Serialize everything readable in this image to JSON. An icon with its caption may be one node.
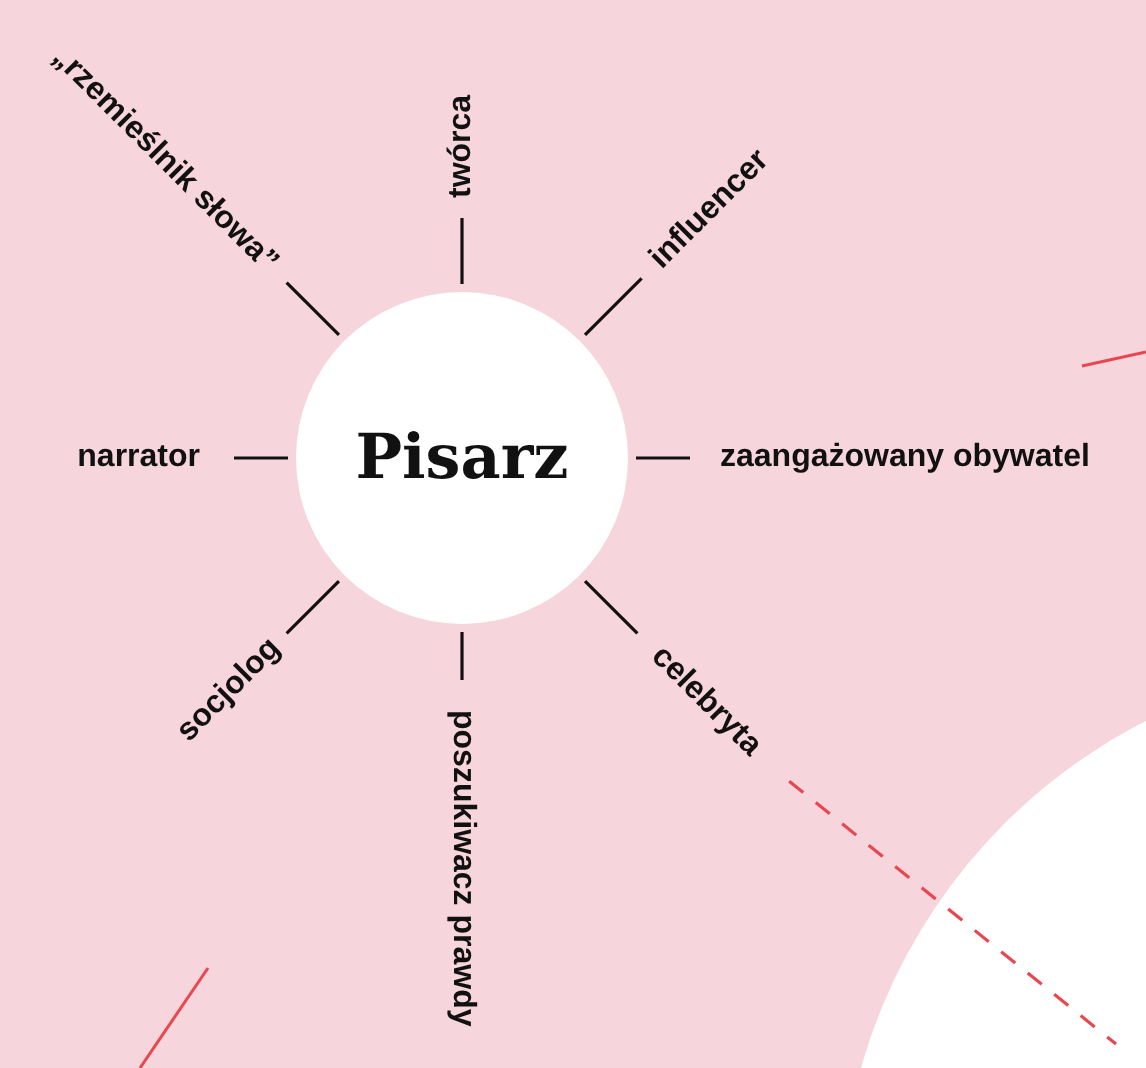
{
  "diagram": {
    "nodes": [
      {
        "text": [
          "Pisarz"
        ]
      },
      {
        "text": [
          "„rzemieślnik słowa”"
        ]
      },
      {
        "text": [
          "twórca"
        ]
      },
      {
        "text": [
          "influencer"
        ]
      },
      {
        "text": [
          "narrator"
        ]
      },
      {
        "text": [
          "zaangażowany obywatel"
        ]
      },
      {
        "text": [
          "socjolog"
        ]
      },
      {
        "text": [
          "poszukiwacz prawdy"
        ]
      },
      {
        "text": [
          "celebryta"
        ]
      },
      {
        "text": [],
        "shape": "circle"
      }
    ],
    "edges": [
      {
        "from": 0,
        "to": 1,
        "arrow": "none"
      },
      {
        "from": 0,
        "to": 2,
        "arrow": "none"
      },
      {
        "from": 0,
        "to": 3,
        "arrow": "none"
      },
      {
        "from": 0,
        "to": 4,
        "arrow": "none"
      },
      {
        "from": 0,
        "to": 5,
        "arrow": "none"
      },
      {
        "from": 0,
        "to": 6,
        "arrow": "none"
      },
      {
        "from": 0,
        "to": 7,
        "arrow": "none"
      },
      {
        "from": 0,
        "to": 8,
        "arrow": "none"
      },
      {
        "from": 8,
        "to": 9,
        "arrow": "none",
        "style": "dashed",
        "color": "#e8474f"
      }
    ]
  }
}
